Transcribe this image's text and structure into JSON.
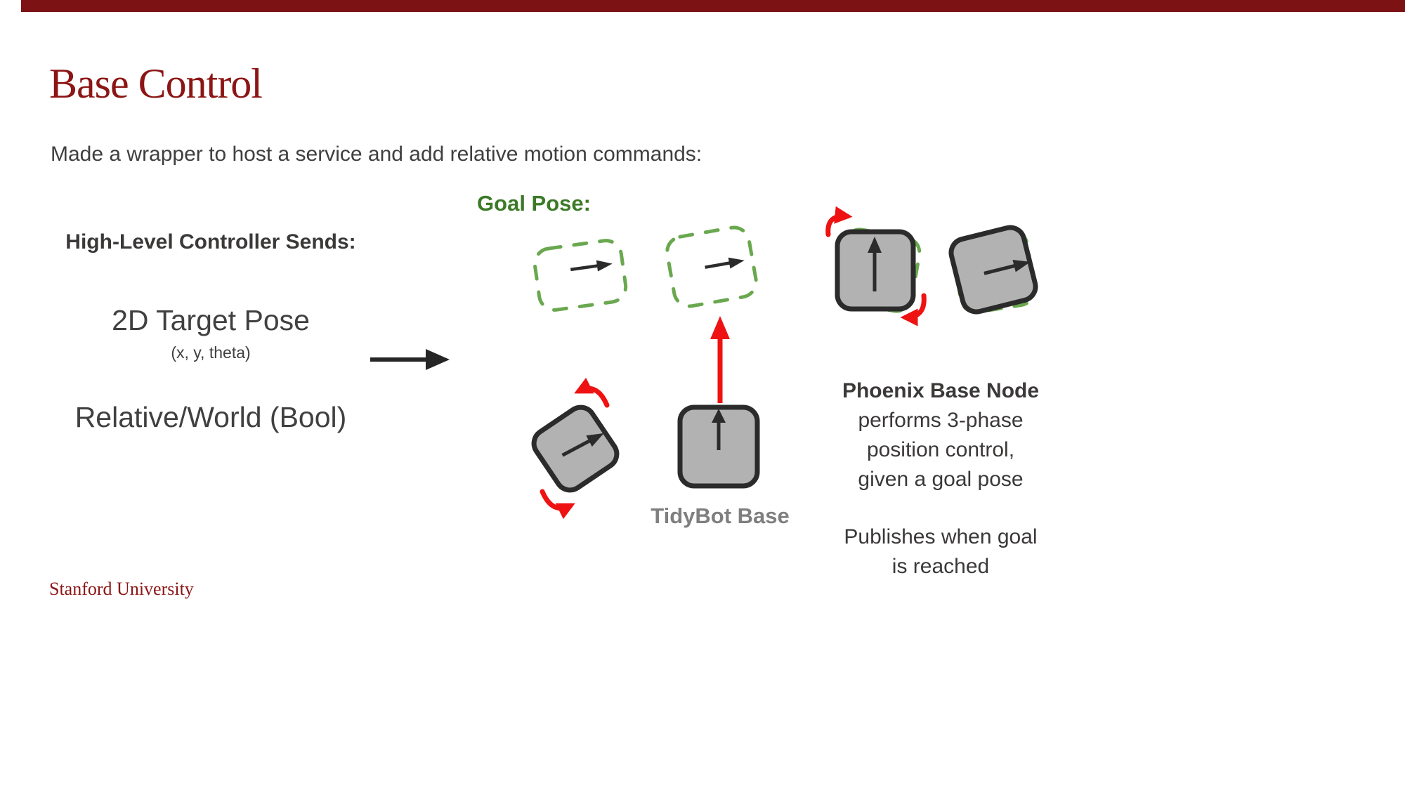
{
  "slide": {
    "title": "Base Control",
    "subtitle": "Made a wrapper to host a service and add relative motion commands:",
    "footer": "Stanford University"
  },
  "left_panel": {
    "heading": "High-Level Controller Sends:",
    "pose_item": "2D Target Pose",
    "pose_detail": "(x, y, theta)",
    "frame_item": "Relative/World (Bool)"
  },
  "diagram": {
    "goal_pose_label": "Goal Pose:",
    "tidybot_label": "TidyBot Base"
  },
  "right_panel": {
    "heading": "Phoenix Base Node",
    "line1": "performs 3-phase",
    "line2": "position control,",
    "line3": "given a goal pose",
    "line4": "Publishes when goal",
    "line5": "is reached"
  },
  "colors": {
    "cardinal_red": "#8C1515",
    "top_bar_red": "#7D1215",
    "goal_green_text": "#3C7A27",
    "dash_green": "#6AA84F",
    "robot_fill_gray": "#B2B2B2",
    "robot_border": "#2B2B2B",
    "tidybot_label_gray": "#7F7F7F",
    "motion_red": "#EE1212",
    "body_text": "#3F3F3F"
  }
}
